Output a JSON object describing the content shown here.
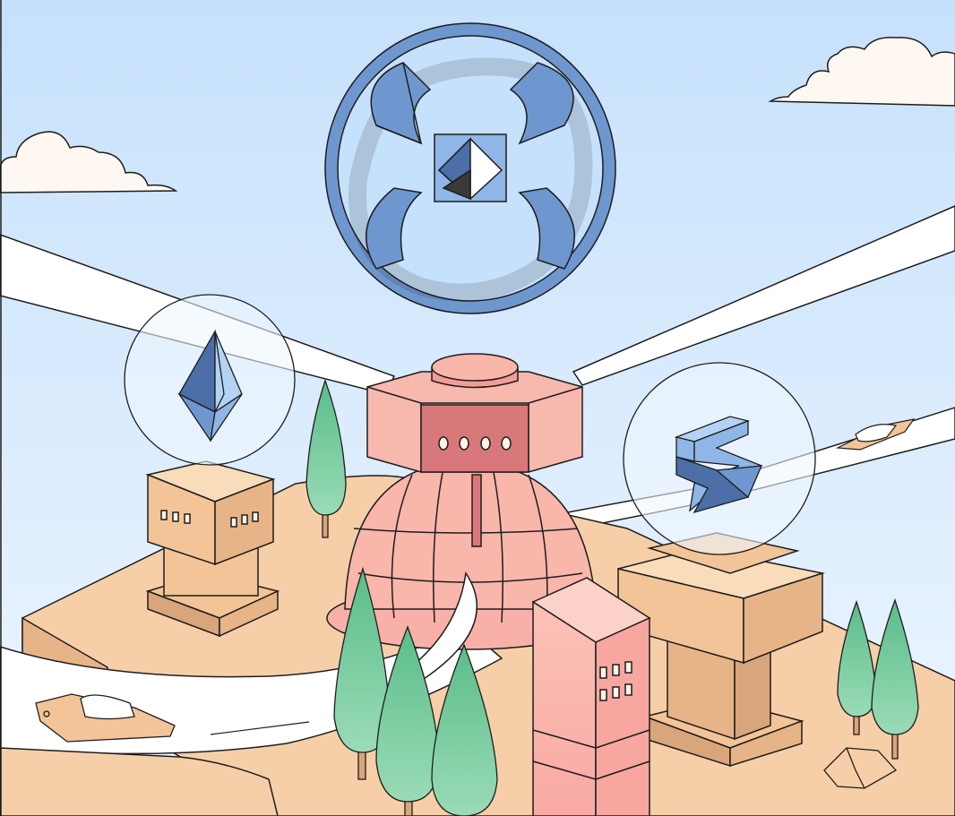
{
  "scene": {
    "description_tags": [
      "isometric-city",
      "floating-island",
      "crypto-hub"
    ],
    "colors": {
      "sky_top": "#c6e1fb",
      "sky_bottom": "#eef6ff",
      "island": "#f6cfa8",
      "island_side": "#e7b488",
      "tower_pink": "#f7b8ae",
      "tower_pink_dark": "#d9787a",
      "pedestal": "#f2c497",
      "pedestal_dark": "#d9a57a",
      "ring_blue": "#6f97cf",
      "ring_blue_dark": "#4b6fa6",
      "token_blue": "#8fb6e6",
      "tree_green": "#63bf8f",
      "road": "#ffffff",
      "outline": "#1d1d1d"
    },
    "icons": {
      "central_emblem": "x-ring-icon",
      "left_token": "ethereum-icon",
      "right_token": "chevron-token-icon"
    }
  }
}
